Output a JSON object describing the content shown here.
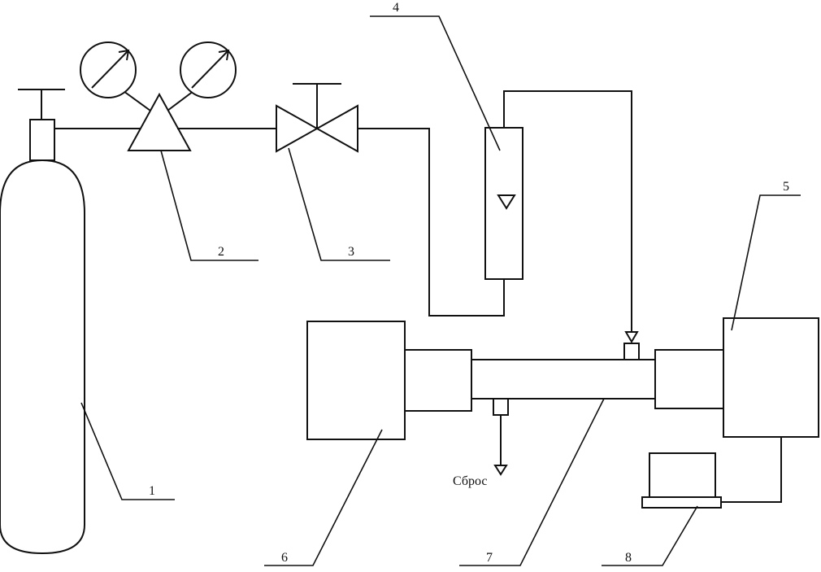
{
  "labels": {
    "l1": "1",
    "l2": "2",
    "l3": "3",
    "l4": "4",
    "l5": "5",
    "l6": "6",
    "l7": "7",
    "l8": "8",
    "vent": "Сброс"
  }
}
